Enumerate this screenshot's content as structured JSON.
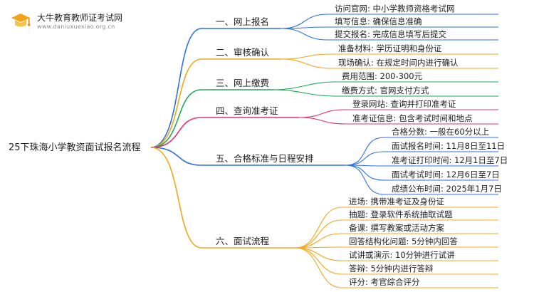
{
  "brand": {
    "name": "大牛教育教师证考试网",
    "url": "www.daniuxuexiao.org.cn"
  },
  "mindmap": {
    "root": "25下珠海小学教资面试报名流程",
    "branches": [
      {
        "label": "一、网上报名",
        "color": "#2f6fe0",
        "leaves": [
          "访问官网: 中小学教师资格考试网",
          "填写信息: 确保信息准确",
          "提交报名: 完成信息填写后提交"
        ]
      },
      {
        "label": "二、审核确认",
        "color": "#f0a818",
        "leaves": [
          "准备材料: 学历证明和身份证",
          "现场确认: 在规定时间内进行确认"
        ]
      },
      {
        "label": "三、网上缴费",
        "color": "#22a85a",
        "leaves": [
          "费用范围: 200-300元",
          "缴费方式: 官网支付方式"
        ]
      },
      {
        "label": "四、查询准考证",
        "color": "#e0356a",
        "leaves": [
          "登录网站: 查询并打印准考证",
          "准考证信息: 包含考试时间和地点"
        ]
      },
      {
        "label": "五、合格标准与日程安排",
        "color": "#2f6fe0",
        "leaves": [
          "合格分数: 一般在60分以上",
          "面试报名时间: 11月8日至11日",
          "准考证打印时间: 12月1日至7日",
          "面试考试时间: 12月6日至7日",
          "成绩公布时间: 2025年1月7日"
        ]
      },
      {
        "label": "六、面试流程",
        "color": "#f0a818",
        "leaves": [
          "进场: 携带准考证及身份证",
          "抽题: 登录软件系统抽取试题",
          "备课: 撰写教案或活动方案",
          "回答结构化问题: 5分钟内回答",
          "试讲或演示: 10分钟进行试讲",
          "答辩: 5分钟内进行答辩",
          "评分: 考官综合评分"
        ]
      }
    ]
  }
}
